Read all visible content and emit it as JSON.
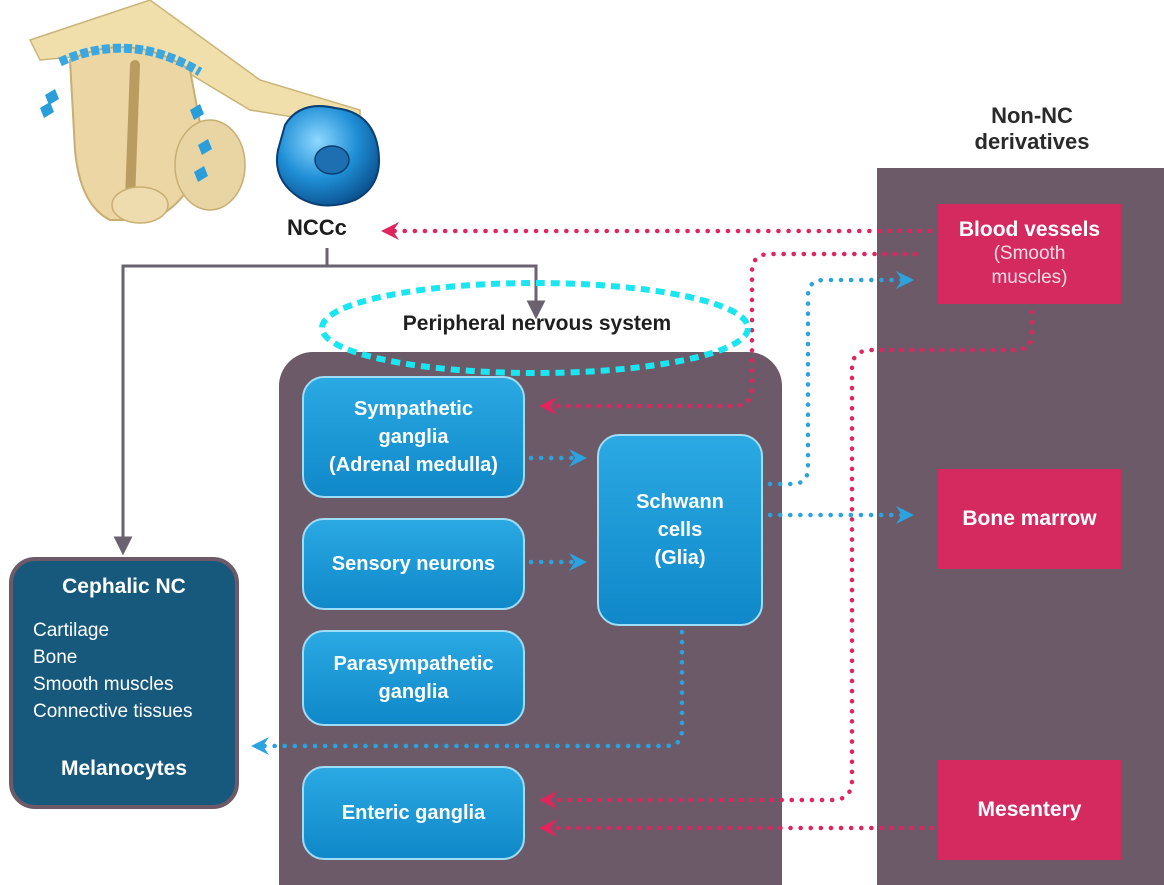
{
  "nccc_label": "NCCc",
  "non_nc": {
    "title_line1": "Non-NC",
    "title_line2": "derivatives",
    "blood_vessels": {
      "main": "Blood vessels",
      "sub1": "(Smooth",
      "sub2": "muscles)"
    },
    "bone_marrow": "Bone marrow",
    "mesentery": "Mesentery"
  },
  "pns": {
    "title": "Peripheral nervous system",
    "sympathetic": {
      "line1": "Sympathetic",
      "line2": "ganglia",
      "line3": "(Adrenal medulla)"
    },
    "sensory": "Sensory neurons",
    "parasympathetic": {
      "line1": "Parasympathetic",
      "line2": "ganglia"
    },
    "enteric": "Enteric ganglia",
    "schwann": {
      "line1": "Schwann",
      "line2": "cells",
      "line3": "(Glia)"
    }
  },
  "cephalic": {
    "title": "Cephalic NC",
    "items": [
      "Cartilage",
      "Bone",
      "Smooth muscles",
      "Connective tissues"
    ],
    "footer": "Melanocytes"
  },
  "colors": {
    "pink_arrow": "#e0255e",
    "blue_arrow": "#2aa3df",
    "highlight": "#19e6f0",
    "panel": "#6c5a69"
  }
}
